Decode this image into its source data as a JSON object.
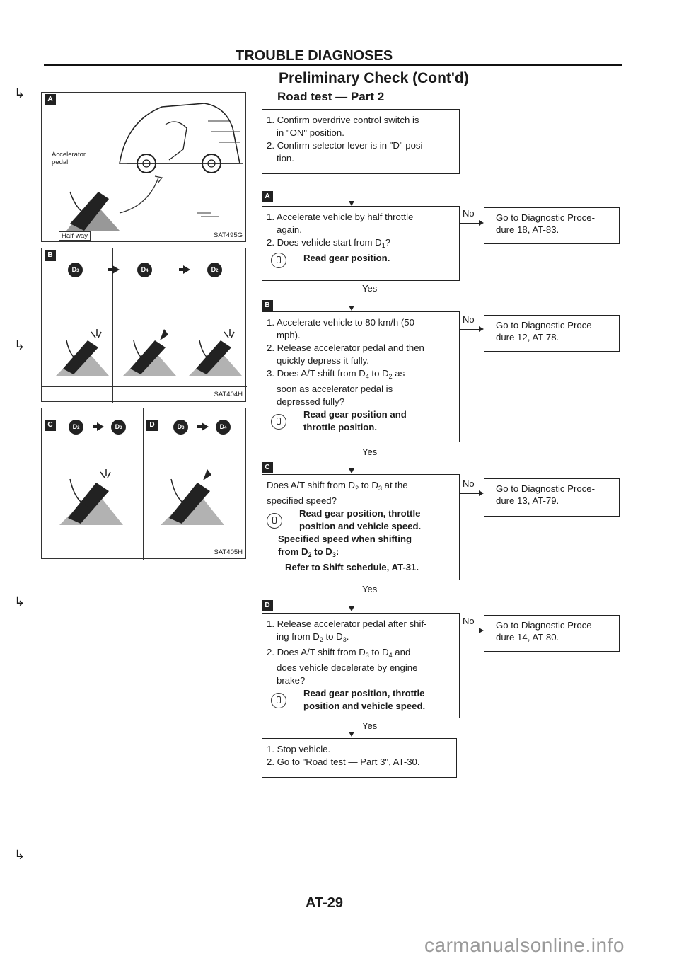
{
  "header": {
    "title": "TROUBLE DIAGNOSES",
    "subtitle": "Preliminary Check (Cont'd)",
    "section": "Road test — Part 2"
  },
  "figures": {
    "a": {
      "tag": "A",
      "label_accel_1": "Accelerator",
      "label_accel_2": "pedal",
      "label_half": "Half-way",
      "code": "SAT495G"
    },
    "b": {
      "tag": "B",
      "code": "SAT404H",
      "gears": [
        "D3",
        "D4",
        "D2"
      ]
    },
    "c": {
      "tag_c": "C",
      "tag_d": "D",
      "code": "SAT405H",
      "gears_c": [
        "D2",
        "D3"
      ],
      "gears_d": [
        "D3",
        "D4"
      ]
    }
  },
  "flow": {
    "step0": {
      "line1": "1. Confirm overdrive control switch is",
      "line1b": "in \"ON\" position.",
      "line2": "2. Confirm selector lever is in \"D\" posi-",
      "line2b": "tion."
    },
    "step_a": {
      "tag": "A",
      "line1": "1. Accelerate vehicle by half throttle",
      "line1b": "again.",
      "line2": "2. Does vehicle start from D",
      "line2_sub": "1",
      "line2_end": "?",
      "check": "Read gear position.",
      "no_label": "No",
      "no_result_1": "Go to Diagnostic Proce-",
      "no_result_2": "dure 18, AT-83.",
      "yes_label": "Yes"
    },
    "step_b": {
      "tag": "B",
      "line1": "1. Accelerate vehicle to 80 km/h (50",
      "line1b": "mph).",
      "line2": "2. Release accelerator pedal and then",
      "line2b": "quickly depress it fully.",
      "line3": "3. Does A/T shift from D",
      "line3_sub1": "4",
      "line3_mid": " to D",
      "line3_sub2": "2",
      "line3_end": " as",
      "line3b": "soon as accelerator pedal is",
      "line3c": "depressed fully?",
      "check_1": "Read gear position and",
      "check_2": "throttle position.",
      "no_label": "No",
      "no_result_1": "Go to Diagnostic Proce-",
      "no_result_2": "dure 12, AT-78.",
      "yes_label": "Yes"
    },
    "step_c": {
      "tag": "C",
      "line1": "Does A/T shift from D",
      "line1_sub1": "2",
      "line1_mid": " to D",
      "line1_sub2": "3",
      "line1_end": " at the",
      "line1b": "specified speed?",
      "check_1": "Read gear position, throttle",
      "check_2": "position and vehicle speed.",
      "spec_1": "Specified speed when shifting",
      "spec_2": "from D",
      "spec_2_sub1": "2",
      "spec_2_mid": " to D",
      "spec_2_sub2": "3",
      "spec_2_end": ":",
      "spec_3": "Refer to Shift schedule, AT-31.",
      "no_label": "No",
      "no_result_1": "Go to Diagnostic Proce-",
      "no_result_2": "dure 13, AT-79.",
      "yes_label": "Yes"
    },
    "step_d": {
      "tag": "D",
      "line1": "1. Release accelerator pedal after shif-",
      "line1b": "ing from D",
      "line1b_sub1": "2",
      "line1b_mid": " to D",
      "line1b_sub2": "3",
      "line1b_end": ".",
      "line2": "2. Does A/T shift from D",
      "line2_sub1": "3",
      "line2_mid": " to D",
      "line2_sub2": "4",
      "line2_end": " and",
      "line2b": "does vehicle decelerate by engine",
      "line2c": "brake?",
      "check_1": "Read gear position, throttle",
      "check_2": "position and vehicle speed.",
      "no_label": "No",
      "no_result_1": "Go to Diagnostic Proce-",
      "no_result_2": "dure 14, AT-80.",
      "yes_label": "Yes"
    },
    "step_end": {
      "line1": "1. Stop vehicle.",
      "line2": "2. Go to \"Road test — Part 3\", AT-30."
    }
  },
  "footer": {
    "page": "AT-29",
    "watermark": "carmanualsonline.info"
  }
}
